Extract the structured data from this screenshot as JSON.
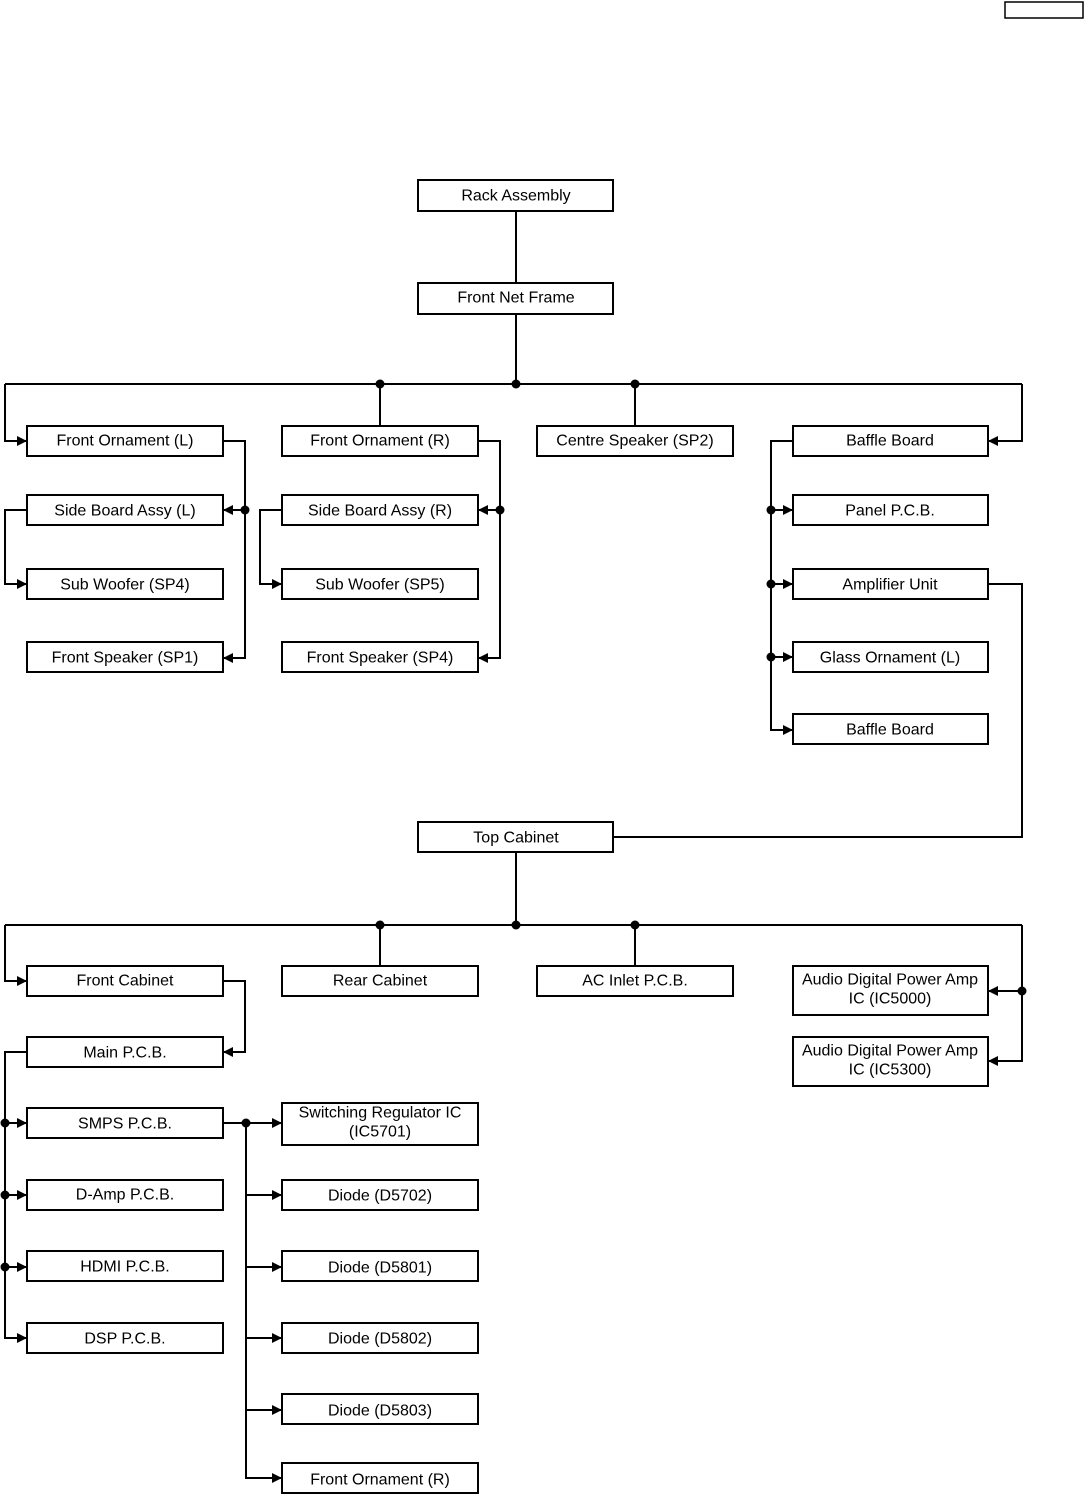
{
  "nodes": {
    "rack_assembly": "Rack Assembly",
    "front_net_frame": "Front Net Frame",
    "front_ornament_l": "Front Ornament (L)",
    "front_ornament_r": "Front Ornament (R)",
    "centre_speaker": "Centre Speaker (SP2)",
    "baffle_board_top": "Baffle Board",
    "side_board_assy_l": "Side Board Assy (L)",
    "side_board_assy_r": "Side Board Assy (R)",
    "panel_pcb": "Panel P.C.B.",
    "sub_woofer_sp4": "Sub Woofer (SP4)",
    "sub_woofer_sp5": "Sub Woofer (SP5)",
    "amplifier_unit": "Amplifier Unit",
    "front_speaker_sp1": "Front Speaker (SP1)",
    "front_speaker_sp4": "Front Speaker (SP4)",
    "glass_ornament_l": "Glass Ornament (L)",
    "baffle_board_bottom": "Baffle Board",
    "top_cabinet": "Top Cabinet",
    "front_cabinet": "Front Cabinet",
    "rear_cabinet": "Rear Cabinet",
    "ac_inlet_pcb": "AC Inlet P.C.B.",
    "audio_amp_ic5000_l1": "Audio Digital Power Amp",
    "audio_amp_ic5000_l2": "IC (IC5000)",
    "audio_amp_ic5300_l1": "Audio Digital Power Amp",
    "audio_amp_ic5300_l2": "IC (IC5300)",
    "main_pcb": "Main P.C.B.",
    "smps_pcb": "SMPS P.C.B.",
    "switching_reg_l1": "Switching Regulator IC",
    "switching_reg_l2": "(IC5701)",
    "damp_pcb": "D-Amp P.C.B.",
    "diode_d5702": "Diode (D5702)",
    "hdmi_pcb": "HDMI P.C.B.",
    "diode_d5801": "Diode (D5801)",
    "dsp_pcb": "DSP P.C.B.",
    "diode_d5802": "Diode (D5802)",
    "diode_d5803": "Diode (D5803)",
    "front_ornament_r_bottom": "Front Ornament (R)"
  }
}
